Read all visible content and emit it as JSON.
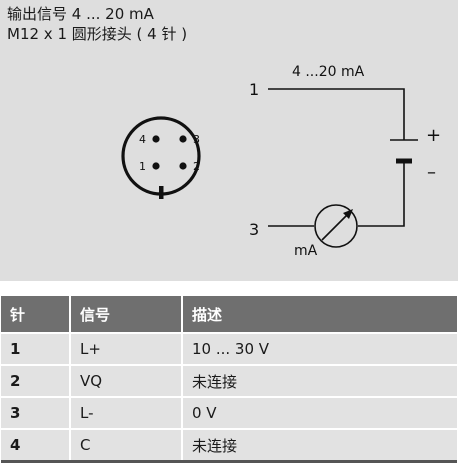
{
  "title": {
    "line1": "输出信号 4 ... 20 mA",
    "line2": "M12 x 1 圆形接头 ( 4 针 )"
  },
  "connector": {
    "pins": [
      {
        "label": "4",
        "name": "pin-4"
      },
      {
        "label": "3",
        "name": "pin-3"
      },
      {
        "label": "1",
        "name": "pin-1"
      },
      {
        "label": "2",
        "name": "pin-2"
      }
    ]
  },
  "circuit": {
    "terminal_top": "1",
    "terminal_bottom": "3",
    "current_label": "4 ...20 mA",
    "plus": "+",
    "minus": "–",
    "meter_unit": "mA"
  },
  "table": {
    "headers": [
      "针",
      "信号",
      "描述"
    ],
    "rows": [
      {
        "pin": "1",
        "signal": "L+",
        "description": "10 ... 30 V"
      },
      {
        "pin": "2",
        "signal": "VQ",
        "description": "未连接"
      },
      {
        "pin": "3",
        "signal": "L-",
        "description": "0 V"
      },
      {
        "pin": "4",
        "signal": "C",
        "description": "未连接"
      }
    ]
  }
}
